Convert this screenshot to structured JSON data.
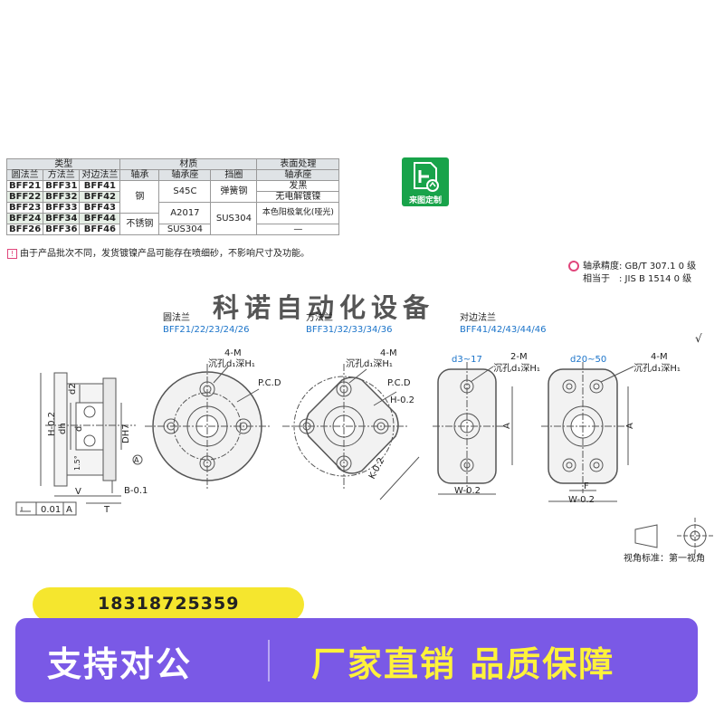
{
  "table": {
    "h_type": "类型",
    "h_material": "材质",
    "h_surface": "表面处理",
    "h_round": "圆法兰",
    "h_square": "方法兰",
    "h_side": "对边法兰",
    "h_bearing": "轴承",
    "h_housing": "轴承座",
    "h_ring": "挡圈",
    "h_surf_housing": "轴承座",
    "rows": [
      {
        "round": "BFF21",
        "square": "BFF31",
        "side": "BFF41"
      },
      {
        "round": "BFF22",
        "square": "BFF32",
        "side": "BFF42"
      },
      {
        "round": "BFF23",
        "square": "BFF33",
        "side": "BFF43"
      },
      {
        "round": "BFF24",
        "square": "BFF34",
        "side": "BFF44"
      },
      {
        "round": "BFF26",
        "square": "BFF36",
        "side": "BFF46"
      }
    ],
    "steel": "钢",
    "stainless": "不锈钢",
    "s45c": "S45C",
    "a2017": "A2017",
    "sus304_housing": "SUS304",
    "spring_steel": "弹簧钢",
    "sus304_ring": "SUS304",
    "surf_1": "发黑",
    "surf_2": "无电解镀镍",
    "surf_3": "本色阳极氧化(哑光)",
    "surf_4": "—"
  },
  "note": "由于产品批次不同，发货镀镍产品可能存在喷细砂，不影响尺寸及功能。",
  "badge_label": "来图定制",
  "precision": {
    "line1": "轴承精度: GB/T 307.1 0 级",
    "line2": "相当于　: JIS B 1514 0 级"
  },
  "watermark": "科诺自动化设备",
  "series": {
    "round_name": "圆法兰",
    "round_codes": "BFF21/22/23/24/26",
    "square_name": "方法兰",
    "square_codes": "BFF31/32/33/34/36",
    "side_name": "对边法兰",
    "side_codes": "BFF41/42/43/44/46"
  },
  "dims": {
    "four_m": "4-M",
    "two_m": "2-M",
    "counterbore": "沉孔d₁深H₁",
    "pcd": "P.C.D",
    "h_tol": "H-0.2",
    "k_tol": "K-0.2",
    "w_tol": "W-0.2",
    "a": "A",
    "f": "F",
    "d3_17": "d3~17",
    "d20_50": "d20~50",
    "d2": "d2",
    "dh": "dh",
    "d": "d",
    "dh7": "DH7",
    "h_side": "H-0.2",
    "v": "V",
    "b_tol": "B-0.1",
    "t": "T",
    "circle_a": "A",
    "angle_15": "1.5°",
    "flatness": "0.01",
    "datum": "A",
    "surface_mark": "√",
    "view_label": "视角标准：第一视角"
  },
  "phone": "18318725359",
  "banner": {
    "left": "支持对公",
    "right": "厂家直销 品质保障"
  }
}
